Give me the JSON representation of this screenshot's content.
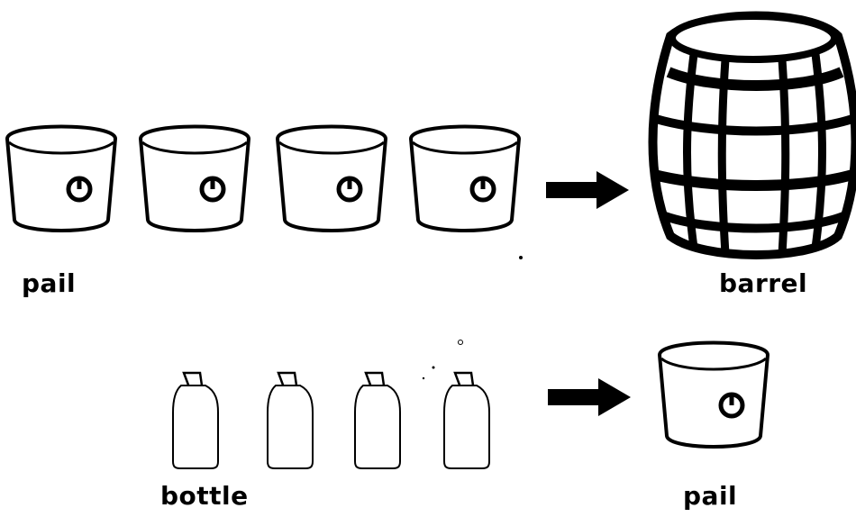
{
  "labels": {
    "pail_top": "pail",
    "barrel": "barrel",
    "bottle": "bottle",
    "pail_bottom": "pail"
  },
  "rows": [
    {
      "from": "pail",
      "from_count": 4,
      "to": "barrel"
    },
    {
      "from": "bottle",
      "from_count": 4,
      "to": "pail"
    }
  ],
  "icons": [
    "pail-icon",
    "barrel-icon",
    "bottle-icon",
    "arrow-right-icon"
  ],
  "colors": {
    "ink": "#000000",
    "background": "#ffffff"
  }
}
